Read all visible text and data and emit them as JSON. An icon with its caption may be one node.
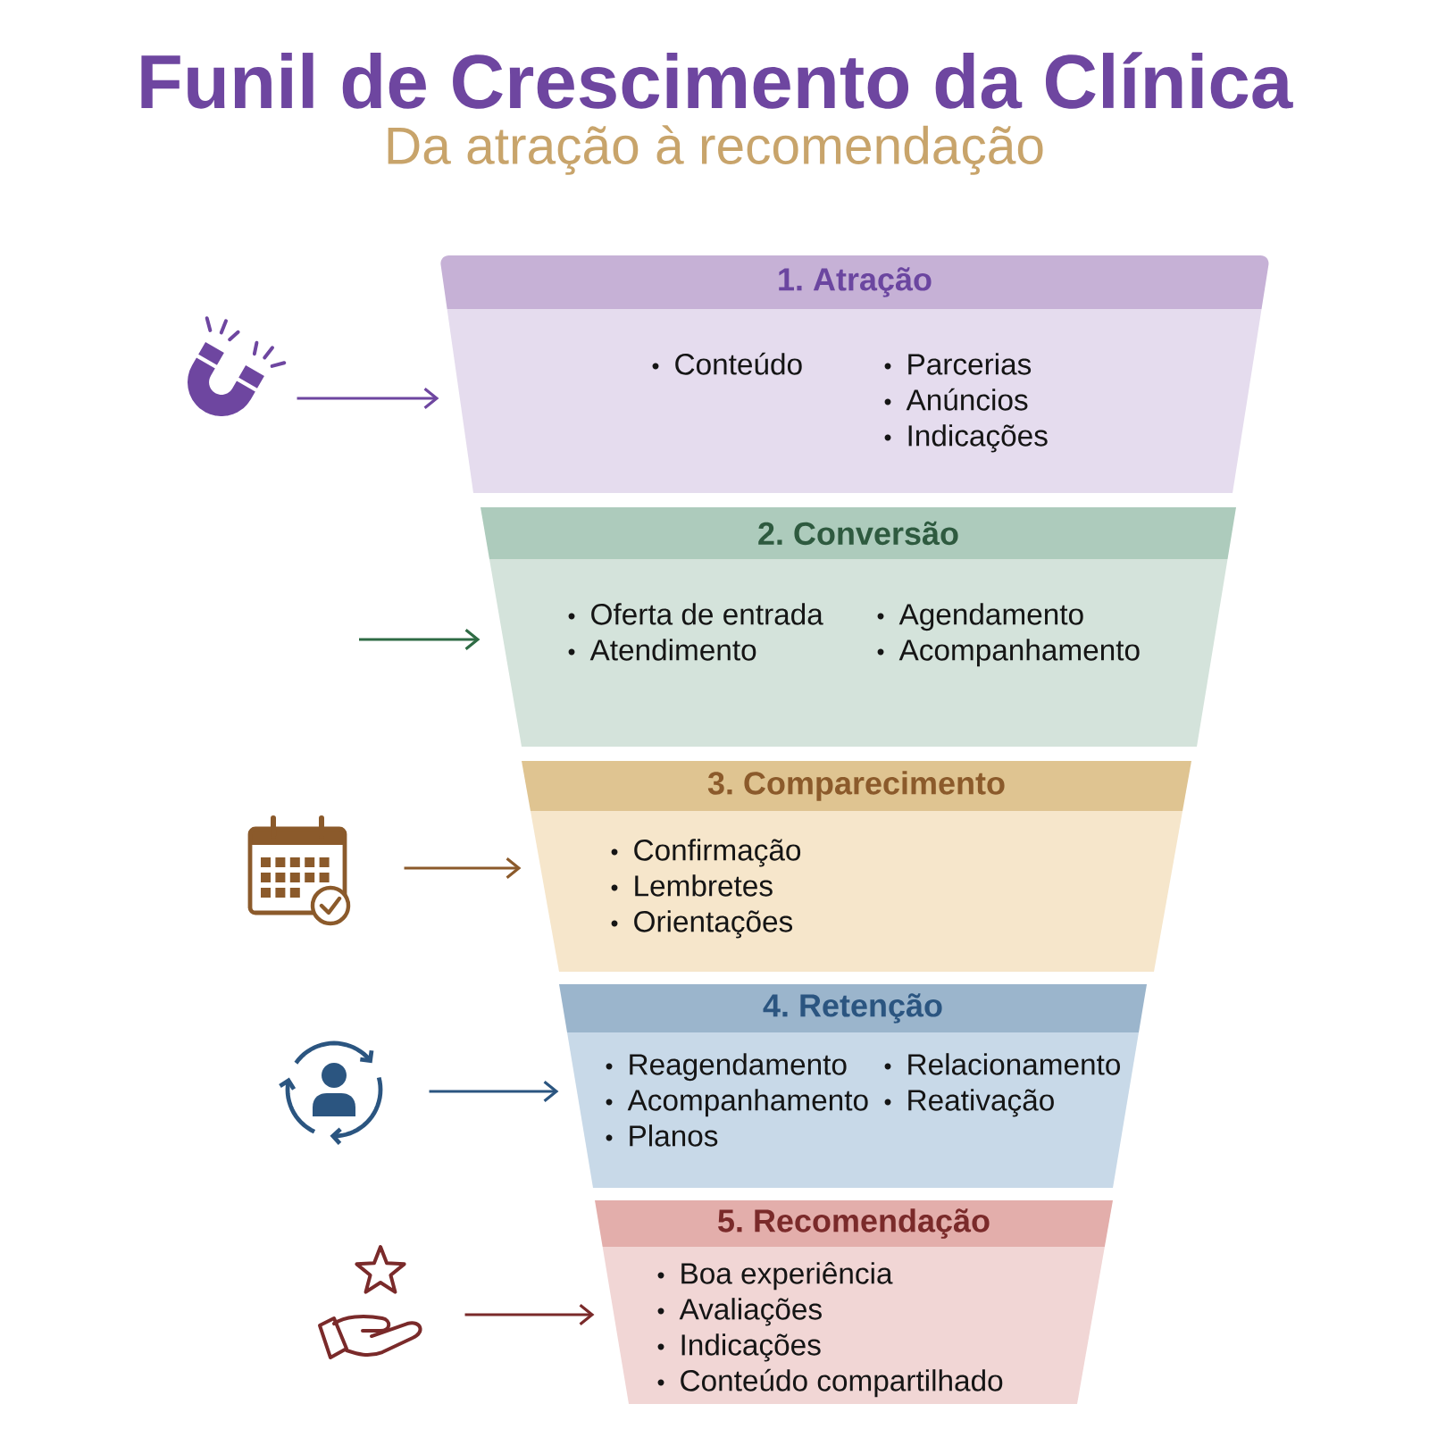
{
  "diagram": {
    "title": "Funil de Crescimento da Clínica",
    "nodes": [
      {
        "text": [],
        "shape": "picture"
      },
      {
        "text": [
          "1. Atração",
          "Conteúdo",
          "Parcerias",
          "Anúncios",
          "Indicações"
        ]
      },
      {
        "text": [
          "2. Conversão",
          "Oferta de entrada",
          "Atendimento",
          "Agendamento",
          "Acompanhamento"
        ]
      },
      {
        "text": [],
        "shape": "picture"
      },
      {
        "text": [
          "3. Comparecimento",
          "Confirmação",
          "Lembretes",
          "Orientações"
        ]
      },
      {
        "text": [],
        "shape": "picture"
      },
      {
        "text": [
          "4. Retenção",
          "Reagendamento",
          "Acompanhamento",
          "Planos",
          "Relacionamento",
          "Reativação"
        ]
      },
      {
        "text": [],
        "shape": "picture"
      },
      {
        "text": [
          "5. Recomendação",
          "Boa experiência",
          "Avaliações",
          "Indicações",
          "Conteúdo compartilhado"
        ]
      }
    ],
    "edges": [
      {
        "from": 0,
        "to": 1,
        "arrow": "to",
        "color": "#6e46a0"
      },
      {
        "from": null,
        "to": 2,
        "arrow": "to",
        "color": "#2e6b44"
      },
      {
        "from": 3,
        "to": 4,
        "arrow": "to",
        "color": "#8b5a2b"
      },
      {
        "from": 5,
        "to": 6,
        "arrow": "to",
        "color": "#2b5580"
      },
      {
        "from": 7,
        "to": 8,
        "arrow": "to",
        "color": "#7a2a2a"
      }
    ],
    "labels": [
      "Da atração à recomendação"
    ]
  }
}
